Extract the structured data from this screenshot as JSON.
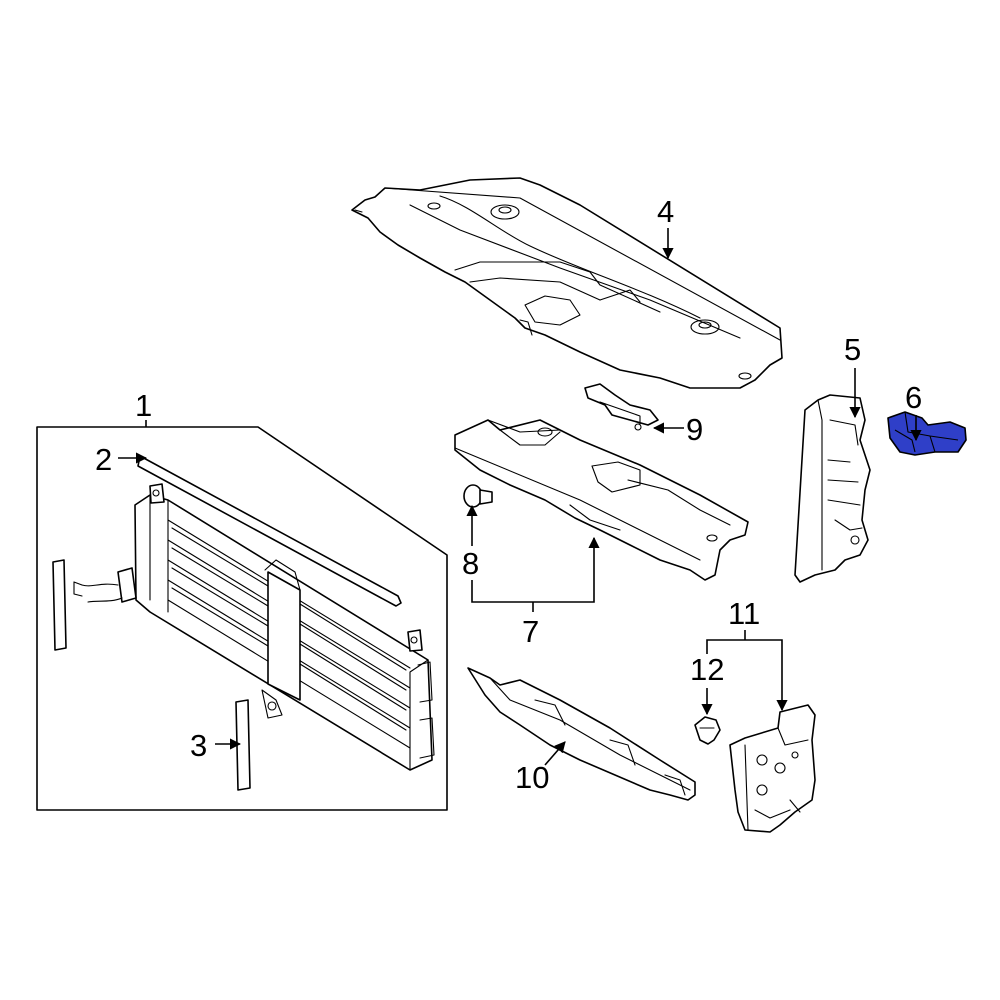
{
  "callouts": {
    "c1": "1",
    "c2": "2",
    "c3": "3",
    "c4": "4",
    "c5": "5",
    "c6": "6",
    "c7": "7",
    "c8": "8",
    "c9": "9",
    "c10": "10",
    "c11": "11",
    "c12": "12"
  },
  "colors": {
    "highlight": "#2f3fc8",
    "line": "#000000",
    "background": "#ffffff"
  },
  "highlighted_part": "6"
}
